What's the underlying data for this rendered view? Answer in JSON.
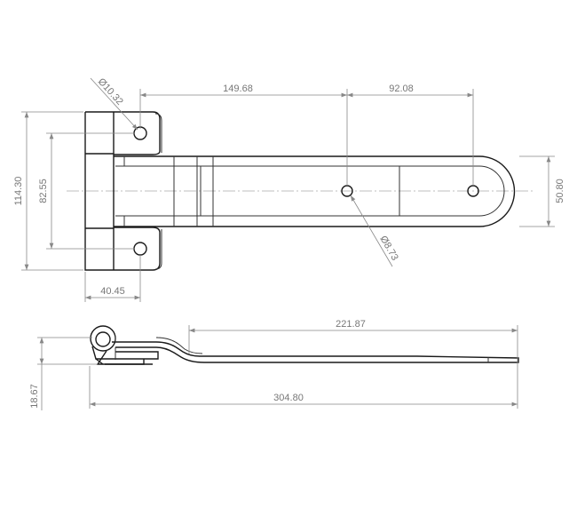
{
  "title": "Hinge technical drawing",
  "top_view": {
    "dimensions": {
      "hole_diameter": "Ø10.32",
      "hole_spacing_a": "149.68",
      "hole_spacing_b": "92.08",
      "overall_height": "114.30",
      "plate_hole_spacing": "82.55",
      "strap_width": "50.80",
      "strap_hole_diameter": "Ø8.73",
      "plate_hole_offset": "40.45"
    }
  },
  "side_view": {
    "dimensions": {
      "strap_flat_length": "221.87",
      "overall_length": "304.80",
      "thickness": "18.67"
    }
  },
  "colors": {
    "line": "#1a1a1a",
    "dimension": "#888888"
  }
}
